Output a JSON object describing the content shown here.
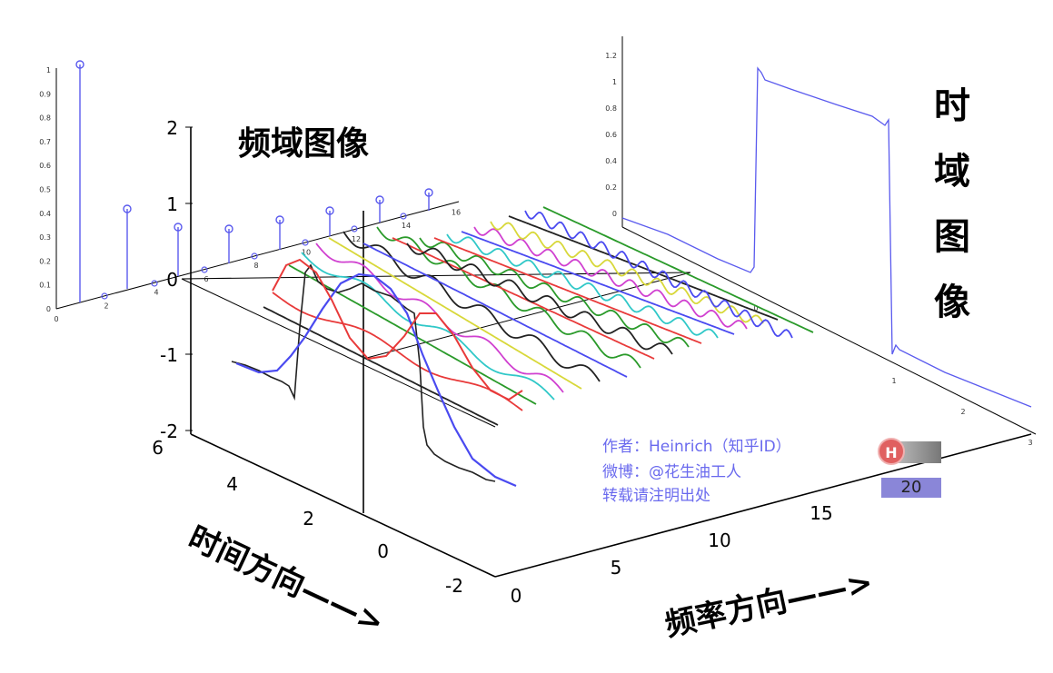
{
  "title_freq": "频域图像",
  "title_time": [
    "时",
    "域",
    "图",
    "像"
  ],
  "label_time_dir": "时间方向——>",
  "label_freq_dir": "频率方向——>",
  "credit": {
    "line1": "作者：Heinrich（知乎ID）",
    "line2": "微博：@花生油工人",
    "line3": "转载请注明出处"
  },
  "badge": {
    "letter": "H",
    "value": "20"
  },
  "axes": {
    "z_ticks": [
      "2",
      "1",
      "0",
      "-1",
      "-2"
    ],
    "time_ticks": [
      "6",
      "4",
      "2",
      "0",
      "-2"
    ],
    "freq_ticks": [
      "0",
      "5",
      "10",
      "15"
    ],
    "spectrum_y_ticks": [
      "1",
      "0.9",
      "0.8",
      "0.7",
      "0.6",
      "0.5",
      "0.4",
      "0.3",
      "0.2",
      "0.1",
      "0"
    ],
    "spectrum_x_ticks": [
      "0",
      "2",
      "4",
      "6",
      "8",
      "10",
      "12",
      "14",
      "16"
    ],
    "time_y_ticks": [
      "1.2",
      "1",
      "0.8",
      "0.6",
      "0.4",
      "0.2",
      "0"
    ],
    "time_x_ticks": [
      "0",
      "1",
      "2",
      "3"
    ]
  },
  "spectrum_stems": [
    1.0,
    0.0,
    0.33,
    0.0,
    0.2,
    0.0,
    0.14,
    0.0,
    0.11,
    0.0,
    0.09,
    0.0,
    0.077,
    0.0,
    0.067,
    0.0
  ],
  "colors": {
    "blue": "#4a4af0",
    "red": "#e83a3a",
    "black": "#222222",
    "green": "#2a9a2a",
    "yellow": "#d8d83a",
    "magenta": "#d040d0",
    "cyan": "#30c8c8"
  }
}
